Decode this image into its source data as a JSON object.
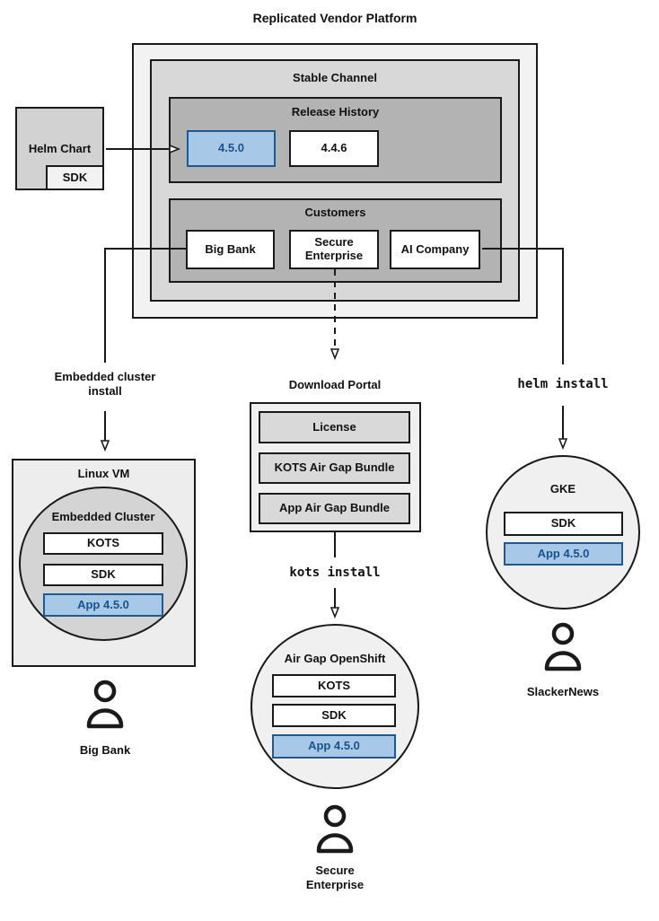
{
  "title": "Replicated Vendor Platform",
  "platform": {
    "stable_channel": {
      "label": "Stable Channel",
      "release_history": {
        "label": "Release History",
        "current": "4.5.0",
        "previous": "4.4.6"
      },
      "customers": {
        "label": "Customers",
        "big_bank": "Big Bank",
        "secure_enterprise": "Secure Enterprise",
        "ai_company": "AI Company"
      }
    }
  },
  "helm_chart": {
    "label": "Helm Chart",
    "sdk": "SDK"
  },
  "left_flow": {
    "arrow_label": "Embedded cluster\ninstall",
    "vm": "Linux VM",
    "cluster": "Embedded Cluster",
    "kots": "KOTS",
    "sdk": "SDK",
    "app": "App 4.5.0",
    "user": "Big Bank"
  },
  "middle_flow": {
    "portal": "Download Portal",
    "license": "License",
    "kots_bundle": "KOTS Air Gap Bundle",
    "app_bundle": "App Air Gap Bundle",
    "command": "kots install",
    "cluster": "Air Gap OpenShift",
    "kots": "KOTS",
    "sdk": "SDK",
    "app": "App 4.5.0",
    "user": "Secure\nEnterprise"
  },
  "right_flow": {
    "command": "helm install",
    "cluster": "GKE",
    "sdk": "SDK",
    "app": "App 4.5.0",
    "user": "SlackerNews"
  },
  "colors": {
    "highlight_fill": "#a8c8e8",
    "highlight_border": "#20598f",
    "highlight_text": "#17538c"
  }
}
